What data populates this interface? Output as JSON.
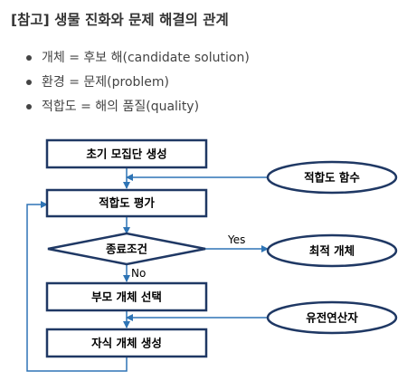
{
  "heading": "[참고] 생물 진화와 문제 해결의 관계",
  "bullets": [
    "개체 = 후보 해(candidate solution)",
    "환경 = 문제(problem)",
    "적합도 = 해의 품질(quality)"
  ],
  "flowchart": {
    "init": "초기 모집단 생성",
    "fitness_eval": "적합도 평가",
    "termination": "종료조건",
    "parent_select": "부모 개체 선택",
    "offspring": "자식 개체 생성",
    "fitness_function": "적합도 함수",
    "best_individual": "최적 개체",
    "genetic_operators": "유전연산자",
    "yes_label": "Yes",
    "no_label": "No"
  },
  "colors": {
    "box_border": "#1f3864",
    "arrow": "#2e74b5",
    "ellipse_border": "#1f3864"
  }
}
